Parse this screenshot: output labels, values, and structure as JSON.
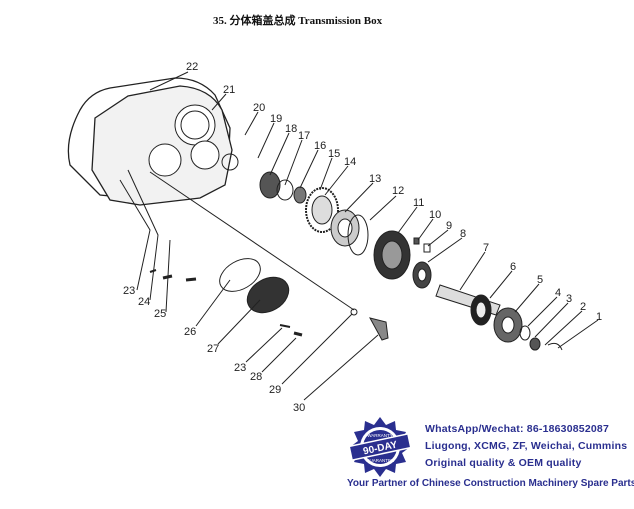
{
  "title": {
    "number": "35.",
    "chinese": "分体箱盖总成",
    "english": "Transmission Box"
  },
  "callouts": [
    "22",
    "21",
    "20",
    "19",
    "18",
    "17",
    "16",
    "15",
    "14",
    "13",
    "12",
    "11",
    "10",
    "9",
    "8",
    "7",
    "6",
    "5",
    "4",
    "3",
    "2",
    "1",
    "23",
    "24",
    "25",
    "26",
    "27",
    "23",
    "28",
    "29",
    "30"
  ],
  "badge": {
    "top": "WARRANTY",
    "middle": "90-DAY",
    "bottom": "GUARANTEE"
  },
  "promo": {
    "line1": "WhatsApp/Wechat: 86-18630852087",
    "line2": "Liugong, XCMG, ZF, Weichai, Cummins",
    "line3": "Original quality & OEM quality",
    "line4": "Your Partner of Chinese Construction Machinery Spare Parts"
  },
  "colors": {
    "promo": "#2a2f8f",
    "line": "#222222"
  }
}
